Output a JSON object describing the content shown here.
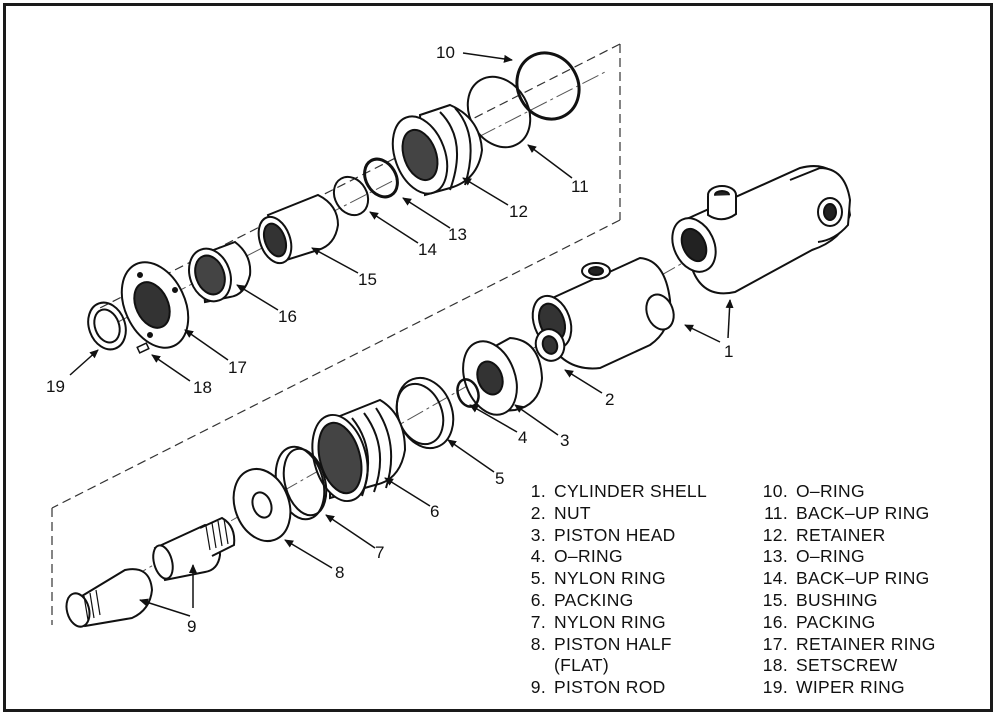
{
  "legend": {
    "left": [
      {
        "num": "1.",
        "label": "CYLINDER SHELL"
      },
      {
        "num": "2.",
        "label": "NUT"
      },
      {
        "num": "3.",
        "label": "PISTON HEAD"
      },
      {
        "num": "4.",
        "label": "O–RING"
      },
      {
        "num": "5.",
        "label": "NYLON RING"
      },
      {
        "num": "6.",
        "label": "PACKING"
      },
      {
        "num": "7.",
        "label": "NYLON RING"
      },
      {
        "num": "8.",
        "label": "PISTON HALF"
      },
      {
        "num": "",
        "label": "(FLAT)"
      },
      {
        "num": "9.",
        "label": "PISTON ROD"
      }
    ],
    "right": [
      {
        "num": "10.",
        "label": "O–RING"
      },
      {
        "num": "11.",
        "label": "BACK–UP RING"
      },
      {
        "num": "12.",
        "label": "RETAINER"
      },
      {
        "num": "13.",
        "label": "O–RING"
      },
      {
        "num": "14.",
        "label": "BACK–UP RING"
      },
      {
        "num": "15.",
        "label": "BUSHING"
      },
      {
        "num": "16.",
        "label": "PACKING"
      },
      {
        "num": "17.",
        "label": "RETAINER RING"
      },
      {
        "num": "18.",
        "label": "SETSCREW"
      },
      {
        "num": "19.",
        "label": "WIPER RING"
      }
    ]
  },
  "callouts": [
    "1",
    "2",
    "3",
    "4",
    "5",
    "6",
    "7",
    "8",
    "9",
    "10",
    "11",
    "12",
    "13",
    "14",
    "15",
    "16",
    "17",
    "18",
    "19"
  ]
}
